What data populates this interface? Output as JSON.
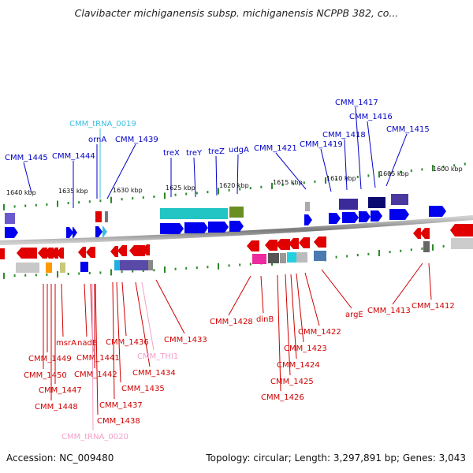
{
  "title": "Clavibacter michiganensis subsp. michiganensis NCPPB 382, co...",
  "footer": {
    "accession": "Accession: NC_009480",
    "topology": "Topology: circular; Length: 3,297,891 bp; Genes: 3,043"
  },
  "colors": {
    "forward_label": "#0000c8",
    "reverse_label": "#d00000",
    "trna_top": "#3bbde0",
    "trna_bottom": "#f4a0c8",
    "backbone": "#8a8a8a",
    "tick": "#2a8a2a"
  },
  "kbp_ticks": [
    "1640 kbp",
    "1635 kbp",
    "1630 kbp",
    "1625 kbp",
    "1620 kbp",
    "1615 kbp",
    "1610 kbp",
    "1605 kbp",
    "1600 kbp"
  ],
  "top_labels": [
    {
      "text": "CMM_1445",
      "kind": "gene"
    },
    {
      "text": "CMM_1444",
      "kind": "gene"
    },
    {
      "text": "CMM_tRNA_0019",
      "kind": "trna"
    },
    {
      "text": "ornA",
      "kind": "gene"
    },
    {
      "text": "CMM_1439",
      "kind": "gene"
    },
    {
      "text": "treX",
      "kind": "gene"
    },
    {
      "text": "treY",
      "kind": "gene"
    },
    {
      "text": "treZ",
      "kind": "gene"
    },
    {
      "text": "udgA",
      "kind": "gene"
    },
    {
      "text": "CMM_1421",
      "kind": "gene"
    },
    {
      "text": "CMM_1417",
      "kind": "gene"
    },
    {
      "text": "CMM_1416",
      "kind": "gene"
    },
    {
      "text": "CMM_1418",
      "kind": "gene"
    },
    {
      "text": "CMM_1419",
      "kind": "gene"
    },
    {
      "text": "CMM_1415",
      "kind": "gene"
    }
  ],
  "bottom_labels": [
    {
      "text": "CMM_1449",
      "kind": "gene"
    },
    {
      "text": "msrA",
      "kind": "gene"
    },
    {
      "text": "nadE",
      "kind": "gene"
    },
    {
      "text": "CMM_1450",
      "kind": "gene"
    },
    {
      "text": "CMM_1447",
      "kind": "gene"
    },
    {
      "text": "CMM_1448",
      "kind": "gene"
    },
    {
      "text": "CMM_1441",
      "kind": "gene"
    },
    {
      "text": "CMM_1442",
      "kind": "gene"
    },
    {
      "text": "CMM_1436",
      "kind": "gene"
    },
    {
      "text": "CMM_THI1",
      "kind": "trna"
    },
    {
      "text": "CMM_1433",
      "kind": "gene"
    },
    {
      "text": "CMM_1434",
      "kind": "gene"
    },
    {
      "text": "CMM_1435",
      "kind": "gene"
    },
    {
      "text": "CMM_1437",
      "kind": "gene"
    },
    {
      "text": "CMM_1438",
      "kind": "gene"
    },
    {
      "text": "CMM_tRNA_0020",
      "kind": "trna"
    },
    {
      "text": "CMM_1428",
      "kind": "gene"
    },
    {
      "text": "dinB",
      "kind": "gene"
    },
    {
      "text": "CMM_1422",
      "kind": "gene"
    },
    {
      "text": "CMM_1423",
      "kind": "gene"
    },
    {
      "text": "CMM_1424",
      "kind": "gene"
    },
    {
      "text": "CMM_1425",
      "kind": "gene"
    },
    {
      "text": "CMM_1426",
      "kind": "gene"
    },
    {
      "text": "argE",
      "kind": "gene"
    },
    {
      "text": "CMM_1413",
      "kind": "gene"
    },
    {
      "text": "CMM_1412",
      "kind": "gene"
    }
  ]
}
